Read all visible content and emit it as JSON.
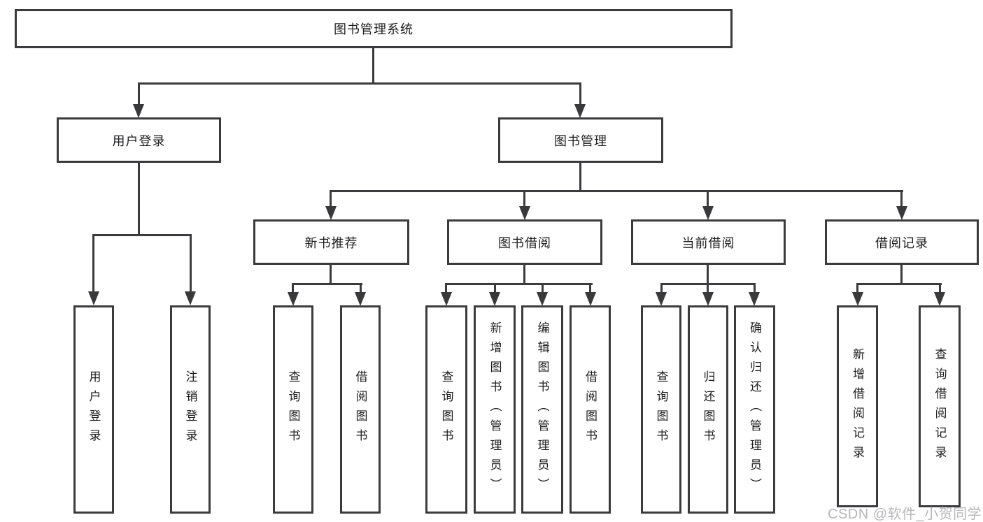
{
  "tree": {
    "root": "图书管理系统",
    "branches": [
      {
        "label": "用户登录",
        "children": [
          "用户登录",
          "注销登录"
        ]
      },
      {
        "label": "图书管理",
        "children": [
          {
            "label": "新书推荐",
            "children": [
              "查询图书",
              "借阅图书"
            ]
          },
          {
            "label": "图书借阅",
            "children": [
              "查询图书",
              "新增图书（管理员）",
              "编辑图书（管理员）",
              "借阅图书"
            ]
          },
          {
            "label": "当前借阅",
            "children": [
              "查询图书",
              "归还图书",
              "确认归还（管理员）"
            ]
          },
          {
            "label": "借阅记录",
            "children": [
              "新增借阅记录",
              "查询借阅记录"
            ]
          }
        ]
      }
    ]
  },
  "watermark": "CSDN @软件_小贺同学",
  "colors": {
    "line": "#3b3b3d",
    "text": "#1d1d1f",
    "watermark": "#b7b7ba",
    "background": "#ffffff"
  }
}
